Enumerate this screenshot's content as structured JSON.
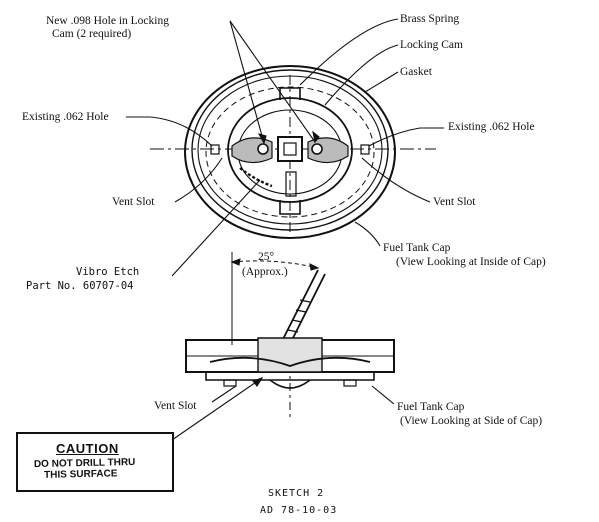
{
  "labels": {
    "new_hole_line1": "New .098 Hole in Locking",
    "new_hole_line2": "Cam (2 required)",
    "brass_spring": "Brass Spring",
    "locking_cam": "Locking Cam",
    "gasket": "Gasket",
    "existing_hole_left": "Existing .062 Hole",
    "existing_hole_right": "Existing .062 Hole",
    "vent_slot_left": "Vent Slot",
    "vent_slot_right": "Vent Slot",
    "fuel_tank_cap_inside_line1": "Fuel Tank Cap",
    "fuel_tank_cap_inside_line2": "(View Looking at Inside of Cap)",
    "vibro_etch_line1": "Vibro Etch",
    "vibro_etch_line2": "Part No. 60707-04",
    "angle_value": "25°",
    "angle_note": "(Approx.)",
    "vent_slot_side": "Vent Slot",
    "fuel_tank_cap_side_line1": "Fuel Tank Cap",
    "fuel_tank_cap_side_line2": "(View Looking at Side of Cap)"
  },
  "caution": {
    "title": "CAUTION",
    "line1": "DO NOT DRILL THRU",
    "line2": "THIS SURFACE"
  },
  "captions": {
    "sketch": "SKETCH 2",
    "ad_number": "AD 78-10-03"
  }
}
